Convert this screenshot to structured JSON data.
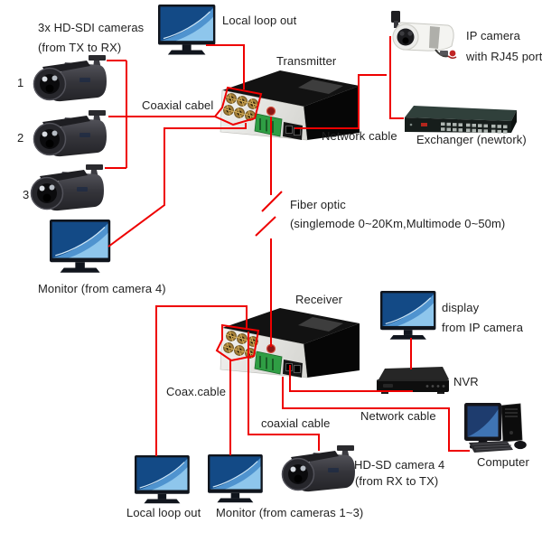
{
  "colors": {
    "connection_line": "#ee0000",
    "label_text": "#1f1f1f"
  },
  "labels": {
    "camera_group_line1": "3x HD-SDI cameras",
    "camera_group_line2": "(from TX to RX)",
    "camera_numbers": [
      "1",
      "2",
      "3"
    ],
    "local_loop_out_top": "Local loop out",
    "transmitter": "Transmitter",
    "ip_camera_line1": "IP camera",
    "ip_camera_line2": "with RJ45 port",
    "coaxial_cabel": "Coaxial cabel",
    "network_cable_top": "Network cable",
    "exchanger": "Exchanger (newtork)",
    "fiber_optic_line1": "Fiber optic",
    "fiber_optic_line2": "(singlemode 0~20Km,Multimode 0~50m)",
    "monitor_from_camera4": "Monitor (from camera 4)",
    "receiver": "Receiver",
    "display_line1": "display",
    "display_line2": "from IP camera",
    "nvr": "NVR",
    "network_cable_bottom": "Network cable",
    "computer": "Computer",
    "coax_cable": "Coax.cable",
    "coaxial_cable": "coaxial cable",
    "hd_sd_camera4_line1": "HD-SD camera 4",
    "hd_sd_camera4_line2": "(from RX to TX)",
    "local_loop_out_bottom": "Local loop out",
    "monitor_from_cameras_1_3": "Monitor (from cameras 1~3)"
  }
}
